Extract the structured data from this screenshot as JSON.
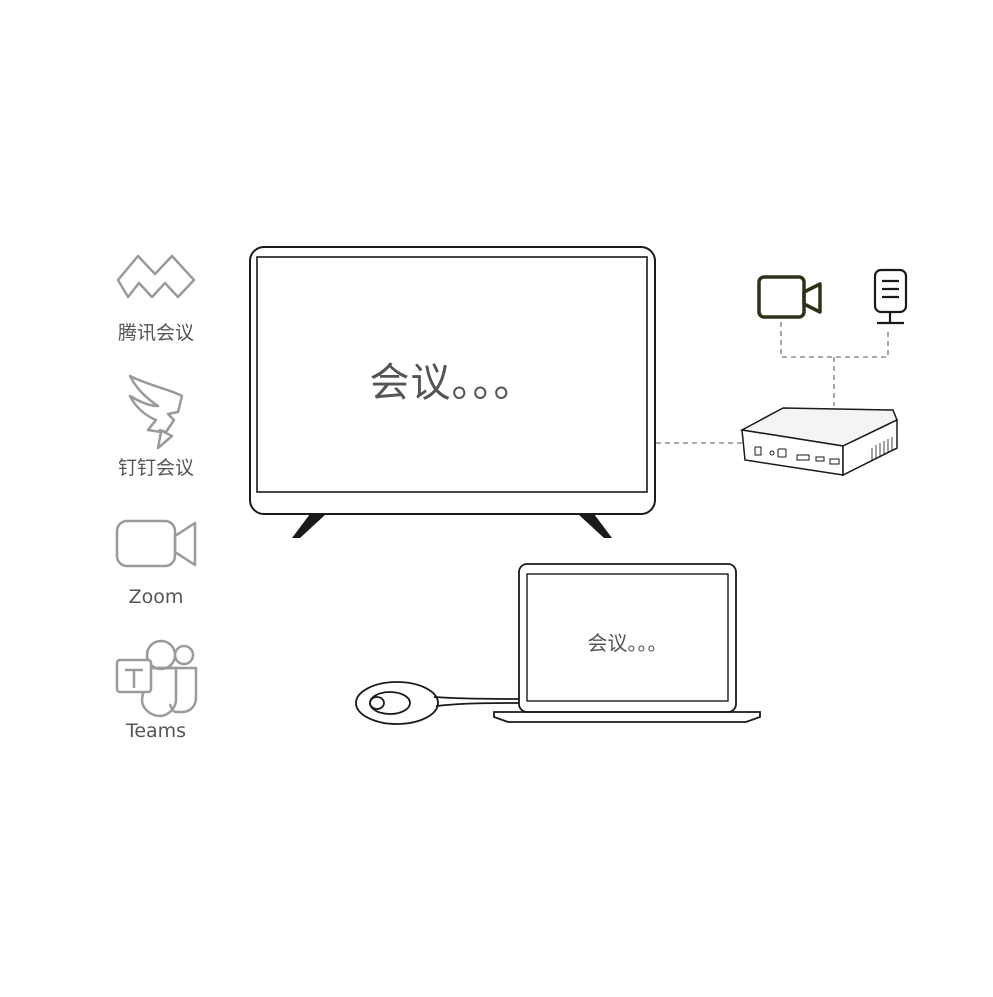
{
  "apps": [
    {
      "label": "腾讯会议",
      "icon": "tencent-meeting-icon"
    },
    {
      "label": "钉钉会议",
      "icon": "dingtalk-icon"
    },
    {
      "label": "Zoom",
      "icon": "zoom-camera-icon"
    },
    {
      "label": "Teams",
      "icon": "teams-icon"
    }
  ],
  "tv": {
    "text": "会议。。。"
  },
  "laptop": {
    "text": "会议。。。"
  },
  "peripherals": {
    "camera_icon": "video-camera-icon",
    "mic_icon": "microphone-icon",
    "accent": "#2b3318"
  },
  "colors": {
    "stroke": "#1a1a1a",
    "icon_gray": "#9a9a9a",
    "text": "#555555",
    "dash": "#777777"
  }
}
